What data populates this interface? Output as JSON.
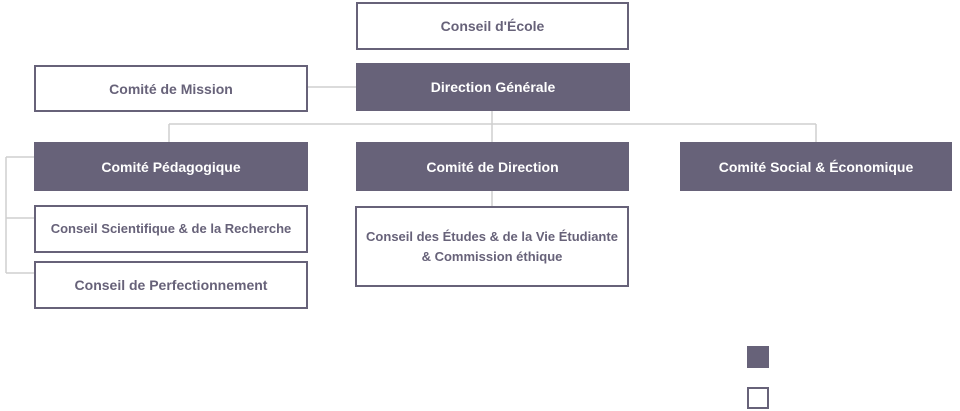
{
  "colors": {
    "filled": "#676279",
    "outline": "#676279",
    "connector": "#cfcfcf"
  },
  "nodes": {
    "conseil_ecole": "Conseil d'École",
    "comite_mission": "Comité de Mission",
    "direction_generale": "Direction Générale",
    "comite_pedagogique": "Comité Pédagogique",
    "comite_direction": "Comité de Direction",
    "comite_social": "Comité Social & Économique",
    "conseil_scientifique": "Conseil Scientifique & de la Recherche",
    "conseil_perfectionnement": "Conseil de Perfectionnement",
    "conseil_etudes_line1": "Conseil des Études & de la Vie Étudiante",
    "conseil_etudes_line2": "& Commission éthique"
  },
  "legend": [
    {
      "style": "filled"
    },
    {
      "style": "outlined"
    }
  ]
}
